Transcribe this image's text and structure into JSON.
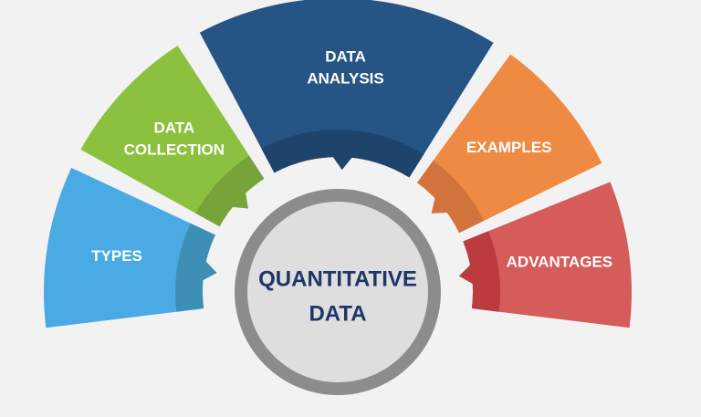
{
  "center": {
    "lines": [
      "QUANTITATIVE",
      "DATA"
    ],
    "ring_color": "#8c8c8c",
    "fill_color": "#dedede",
    "text_color": "#1f3566"
  },
  "segments": [
    {
      "id": "types",
      "lines": [
        "TYPES"
      ],
      "color": "#4aaae4",
      "inner_color": "#3e8fb5"
    },
    {
      "id": "data-collection",
      "lines": [
        "DATA",
        "COLLECTION"
      ],
      "color": "#8cc13f",
      "inner_color": "#77a33a"
    },
    {
      "id": "data-analysis",
      "lines": [
        "DATA",
        "ANALYSIS"
      ],
      "color": "#265585",
      "inner_color": "#1f446c"
    },
    {
      "id": "examples",
      "lines": [
        "EXAMPLES"
      ],
      "color": "#ef8a43",
      "inner_color": "#d2733b"
    },
    {
      "id": "advantages",
      "lines": [
        "ADVANTAGES"
      ],
      "color": "#d65b5b",
      "inner_color": "#bc3b3f"
    }
  ]
}
